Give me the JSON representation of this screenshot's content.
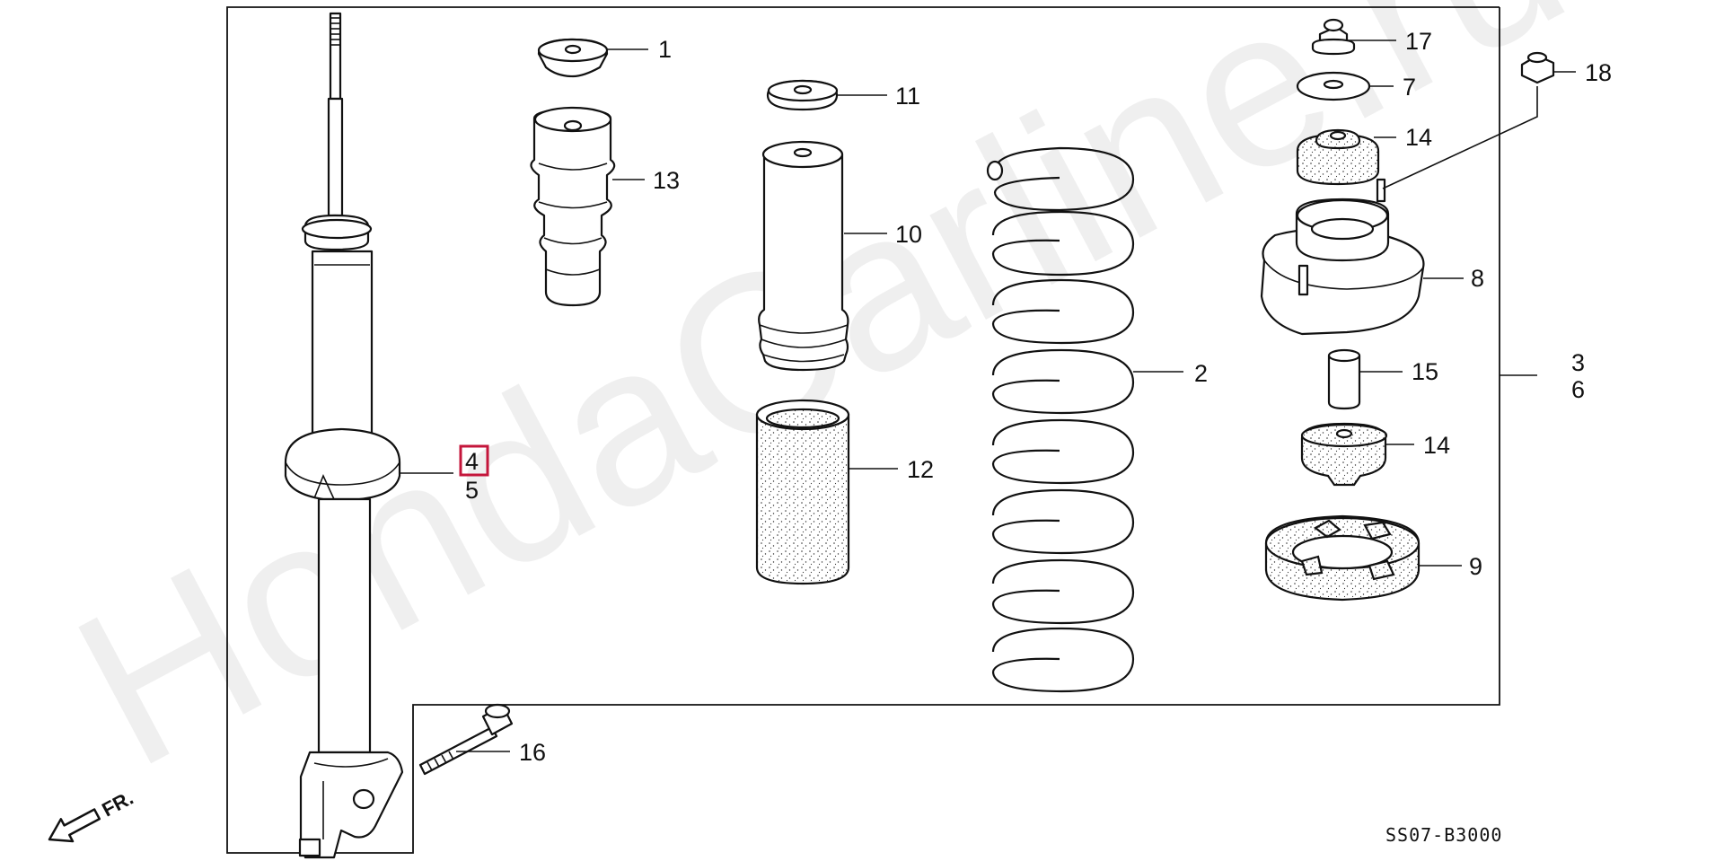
{
  "watermark": "HondaCarline.ru",
  "drawing_code": "SS07-B3000",
  "front_marker": "FR.",
  "selected_part": "4",
  "callouts": {
    "p1": "1",
    "p2": "2",
    "p3": "3",
    "p4": "4",
    "p5": "5",
    "p6": "6",
    "p7": "7",
    "p8": "8",
    "p9": "9",
    "p10": "10",
    "p11": "11",
    "p12": "12",
    "p13": "13",
    "p14a": "14",
    "p14b": "14",
    "p15": "15",
    "p16": "16",
    "p17": "17",
    "p18": "18"
  },
  "colors": {
    "highlight": "#c4163b",
    "line": "#111111"
  }
}
